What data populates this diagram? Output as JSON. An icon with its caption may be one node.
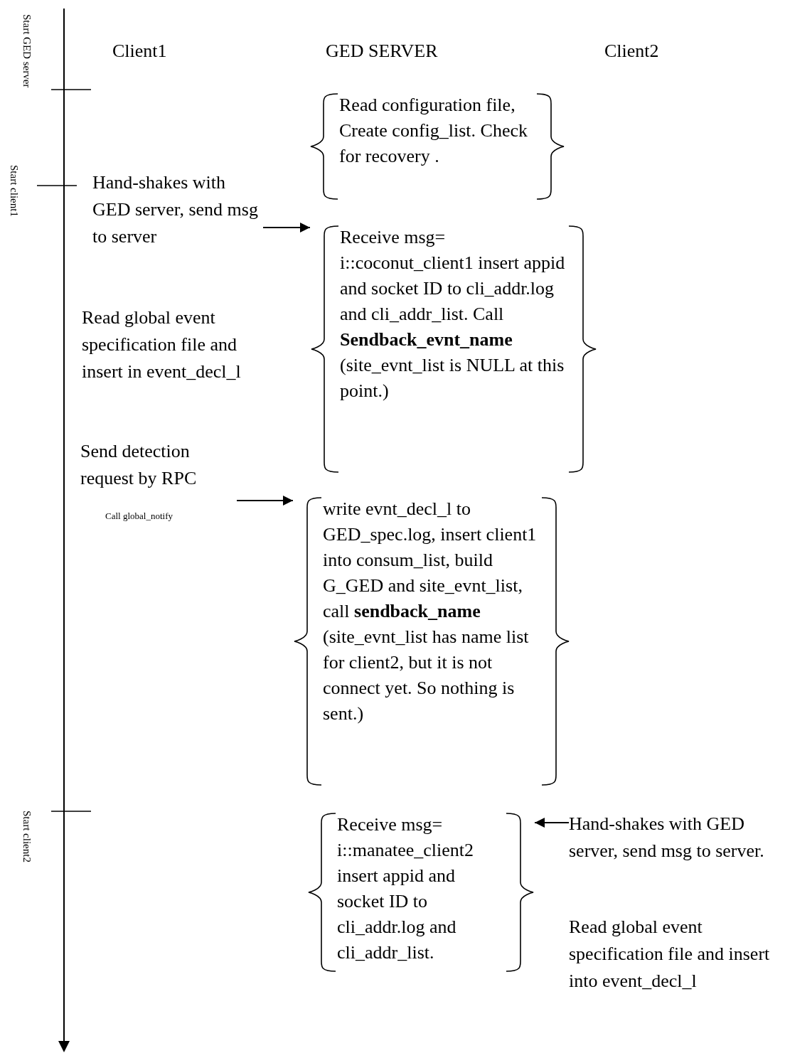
{
  "diagram": {
    "nodes": [
      {
        "text": [
          "Read configuration file, Create config_list. Check for recovery ."
        ]
      },
      {
        "text": [
          "Hand-shakes with GED server, send msg to server"
        ]
      },
      {
        "text": [
          "Receive msg= i::coconut_client1 insert appid and socket ID to cli_addr.log and cli_addr_list. Call **Sendback_evnt_name** (site_evnt_list is NULL at this point.)"
        ]
      },
      {
        "text": [
          "Send detection request by RPC"
        ]
      },
      {
        "text": [
          "write evnt_decl_l to GED_spec.log, insert client1 into consum_list, build G_GED and site_evnt_list, call **sendback_name** (site_evnt_list has name list for client2, but it is not connect yet. So nothing is sent.)"
        ]
      },
      {
        "text": [
          "Receive msg= i::manatee_client2 insert appid and socket ID to cli_addr.log and cli_addr_list."
        ]
      },
      {
        "text": [
          "Hand-shakes with GED server, send msg to server."
        ]
      }
    ],
    "edges": [
      {
        "from": 1,
        "to": 2,
        "arrow": "to"
      },
      {
        "from": 3,
        "to": 4,
        "arrow": "to"
      },
      {
        "from": 6,
        "to": 5,
        "arrow": "to"
      }
    ],
    "labels": [
      "Start GED server",
      "Client1",
      "GED SERVER",
      "Client2",
      "Start client1",
      "Read global event specification file and insert in event_decl_l",
      "Call global_notify",
      "Start client2",
      "Read global event specification file and insert into event_decl_l"
    ]
  }
}
